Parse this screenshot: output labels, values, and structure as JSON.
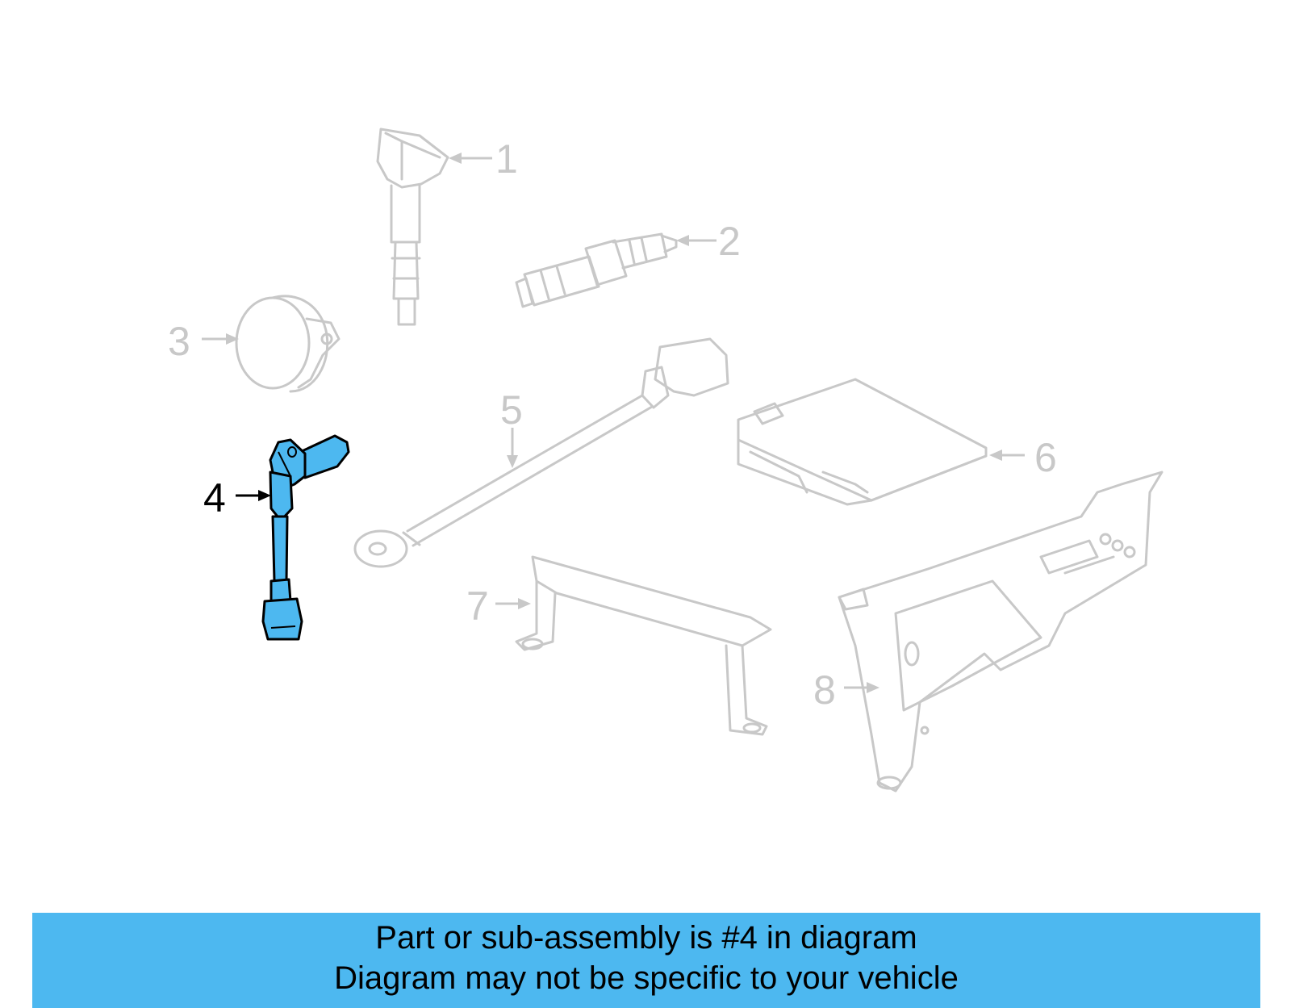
{
  "diagram": {
    "highlighted_part": "4",
    "callouts": [
      "1",
      "2",
      "3",
      "4",
      "5",
      "6",
      "7",
      "8"
    ],
    "colors": {
      "highlight": "#4db8f0",
      "faded": "#c8c8c8",
      "banner": "#4db8f0"
    }
  },
  "banner": {
    "line1": "Part or sub-assembly is #4 in diagram",
    "line2": "Diagram may not be specific to your vehicle"
  }
}
